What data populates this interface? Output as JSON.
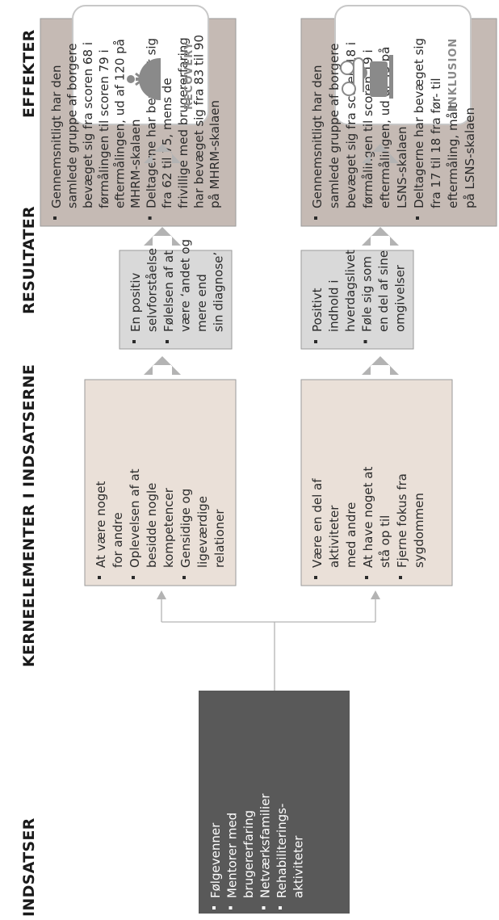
{
  "headings": {
    "indsatser": "INDSATSER",
    "kerneelementer": "KERNEELEMENTER I INDSATSERNE",
    "resultater": "RESULTATER",
    "effekter": "EFFEKTER"
  },
  "indsatser": {
    "items": [
      "Følgevenner",
      "Mentorer med",
      "brugererfaring",
      "Netværksfamilier",
      "Rehabiliterings-",
      "aktiviteter"
    ]
  },
  "recovery_row": {
    "kerne1": [
      "At være noget",
      "for andre",
      "Oplevelsen af at",
      "besidde nogle",
      "kompetencer",
      "Gensidige og",
      "ligeværdige",
      "relationer"
    ],
    "kerne2": [
      "En positiv",
      "selvforståelse",
      "Følelsen af at",
      "være ‘andet og",
      "mere end",
      "sin diagnose’"
    ],
    "resultat": [
      "Gennemsnitligt har den",
      "samlede gruppe af borgere",
      "bevæget sig fra scoren 68 i",
      "førmålingen til scoren 79 i",
      "eftermålingen, ud af 120 på",
      "MHRM-skalaen",
      "Deltagerne har bevæget sig",
      "fra 62 til 75, mens de",
      "frivillige med brugererfaring",
      "har bevæget sig fra 83 til 90",
      "på MHRM-skalaen"
    ],
    "effekt_label": "RECOVERY",
    "effekt_icon": "recovery-person-icon"
  },
  "inklusion_row": {
    "kerne1": [
      "Være en del af",
      "aktiviteter",
      "med andre",
      "At have noget at",
      "stå op til",
      "Fjerne fokus fra",
      "sygdommen"
    ],
    "kerne2": [
      "Positivt",
      "indhold i",
      "hverdagslivet",
      "Føle sig som",
      "en del af sine",
      "omgivelser"
    ],
    "resultat": [
      "Gennemsnitligt har den",
      "samlede gruppe af borgere",
      "bevæget sig fra scoren 18 i",
      "førmålingen til scoren 19 i",
      "eftermålingen, ud af 45 på",
      "LSNS-skalaen",
      "Deltagerne har bevæget sig",
      "fra 17 til 18 fra før- til",
      "eftermåling, målt",
      "på LSNS-skalaen"
    ],
    "effekt_label": "INKLUSION",
    "effekt_icon": "inklusion-people-icon"
  },
  "colors": {
    "indsatser_box": "#595959",
    "kerne1_box": "#eae0d8",
    "kerne2_box": "#d9d9d9",
    "resultat_box": "#c5bab4",
    "arrow": "#b3b3b3",
    "effekt_border": "#c8c8c8"
  }
}
